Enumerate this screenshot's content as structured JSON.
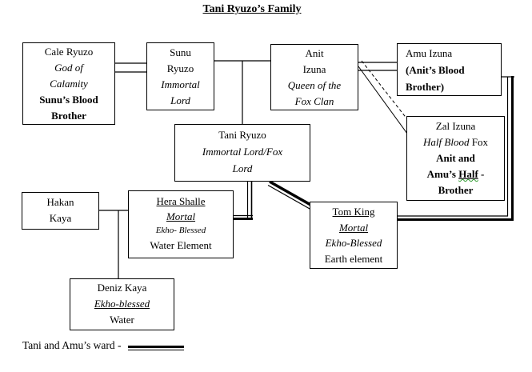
{
  "title": "Tani Ryuzo’s Family",
  "legend": {
    "label": "Tani and Amu’s ward -"
  },
  "colors": {
    "line": "#000000",
    "background": "#ffffff",
    "squiggle_green": "#2e9b2e"
  },
  "boxes": {
    "cale": {
      "name": "Cale Ryuzo",
      "title1": "God of",
      "title2": "Calamity",
      "bold1": "Sunu’s Blood",
      "bold2": "Brother"
    },
    "sunu": {
      "name1": "Sunu",
      "name2": "Ryuzo",
      "title1": "Immortal",
      "title2": "Lord"
    },
    "anit": {
      "name1": "Anit",
      "name2": "Izuna",
      "title1": "Queen of the",
      "title2": "Fox Clan"
    },
    "amu": {
      "name": "Amu Izuna",
      "bold1": "(Anit’s Blood",
      "bold2": "Brother)"
    },
    "zal": {
      "name": "Zal Izuna",
      "title_italic": "Half Blood",
      "title_rest": " Fox",
      "bold1": "Anit and",
      "bold2a": "Amu’s ",
      "bold2b": "Half",
      "bold2c": " -",
      "bold3": "Brother"
    },
    "tani": {
      "name": "Tani Ryuzo",
      "title1": "Immortal Lord/Fox",
      "title2": "Lord"
    },
    "hakan": {
      "name1": "Hakan",
      "name2": "Kaya"
    },
    "hera": {
      "name": "Hera Shalle",
      "status": "Mortal",
      "blessing": "Ekho- Blessed",
      "element": "Water Element"
    },
    "tom": {
      "name": "Tom King",
      "status": "Mortal",
      "blessing": "Ekho-Blessed",
      "element": "Earth element"
    },
    "deniz": {
      "name": "Deniz Kaya",
      "blessing": "Ekho-blessed",
      "element": "Water"
    }
  },
  "relationships": {
    "cale_sunu": "double line (blood brothers)",
    "anit_amu": "double line (blood brothers)",
    "anit_zal": "solid + dashed diagonal (half-brother)",
    "ward_line": "thick double line (Tani and Amu's ward = Tom King)"
  }
}
